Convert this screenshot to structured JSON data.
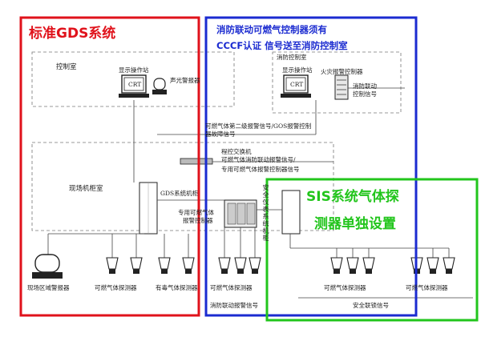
{
  "gds_box": {
    "title": "标准GDS系统",
    "color": "#e0121b"
  },
  "fire_box": {
    "title_line1": "消防联动可燃气控制器须有",
    "title_line2": "CCCF认证 信号送至消防控制室",
    "color": "#1b2bd0"
  },
  "sis_box": {
    "title_line1": "SIS系统气体探",
    "title_line2": "测器单独设置",
    "color": "#22c51c"
  },
  "control_room": {
    "label": "控制室",
    "operator_station": "显示操作站",
    "crt": "CRT",
    "sound_light_alarm": "声光警报器"
  },
  "fire_control_room": {
    "label": "消防控制室",
    "operator_station": "显示操作站",
    "crt": "CRT",
    "fire_alarm_controller": "火灾报警控制器",
    "fire_linkage_line1": "消防联动",
    "fire_linkage_line2": "控制信号"
  },
  "field_cabinet": {
    "label": "现场机柜室",
    "gds_system": "GDS系统机柜",
    "dedicated_line1": "专用可燃气体",
    "dedicated_line2": "报警控制器",
    "plc_line1": "程控交换机",
    "plc_line2": "可燃气体消防联动报警信号/",
    "plc_line3": "专用可燃气体报警控制器信号",
    "sis_cabinet": "安全仪表系统机柜"
  },
  "signals": {
    "secondary_alarm_line1": "可燃气体第二级报警信号/GOS报警控制",
    "secondary_alarm_line2": "器故障信号",
    "fire_linkage_alarm": "消防联动报警信号",
    "safety_interlock": "安全联锁信号"
  },
  "field": {
    "area_alarm": "现场区域警报器",
    "combustible_detector": "可燃气体探测器",
    "toxic_detector": "有毒气体探测器",
    "combustible_detector_2": "可燃气体探测器",
    "combustible_detector_3": "可燃气体探测器",
    "combustible_detector_4": "可燃气体探测器"
  }
}
